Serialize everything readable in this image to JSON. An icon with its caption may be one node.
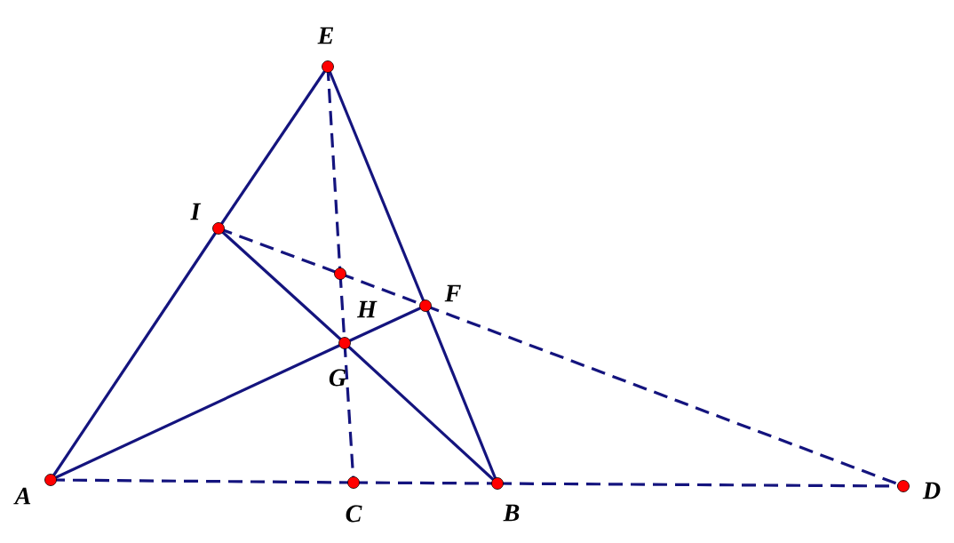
{
  "diagram": {
    "nodes": [
      {
        "text": [],
        "shape": "circle",
        "beside": [
          "E"
        ]
      },
      {
        "text": [],
        "shape": "circle",
        "beside": [
          "I"
        ]
      },
      {
        "text": [],
        "shape": "circle",
        "beside": [
          "H"
        ]
      },
      {
        "text": [],
        "shape": "circle",
        "beside": [
          "F"
        ]
      },
      {
        "text": [],
        "shape": "circle",
        "beside": [
          "G"
        ]
      },
      {
        "text": [],
        "shape": "circle",
        "beside": [
          "A"
        ]
      },
      {
        "text": [],
        "shape": "circle",
        "beside": [
          "C"
        ]
      },
      {
        "text": [],
        "shape": "circle",
        "beside": [
          "B"
        ]
      },
      {
        "text": [],
        "shape": "circle",
        "beside": [
          "D"
        ]
      }
    ],
    "edges": [
      {
        "from": 5,
        "to": 1,
        "arrow": "none"
      },
      {
        "from": 1,
        "to": 0,
        "arrow": "none"
      },
      {
        "from": 0,
        "to": 3,
        "arrow": "none"
      },
      {
        "from": 3,
        "to": 7,
        "arrow": "none"
      },
      {
        "from": 1,
        "to": 4,
        "arrow": "none"
      },
      {
        "from": 4,
        "to": 7,
        "arrow": "none"
      },
      {
        "from": 5,
        "to": 4,
        "arrow": "none"
      },
      {
        "from": 4,
        "to": 3,
        "arrow": "none"
      },
      {
        "from": 5,
        "to": 6,
        "arrow": "none",
        "style": "dashed"
      },
      {
        "from": 6,
        "to": 7,
        "arrow": "none",
        "style": "dashed"
      },
      {
        "from": 7,
        "to": 8,
        "arrow": "none",
        "style": "dashed"
      },
      {
        "from": 0,
        "to": 2,
        "arrow": "none",
        "style": "dashed"
      },
      {
        "from": 2,
        "to": 4,
        "arrow": "none",
        "style": "dashed"
      },
      {
        "from": 4,
        "to": 6,
        "arrow": "none",
        "style": "dashed"
      },
      {
        "from": 1,
        "to": 2,
        "arrow": "none",
        "style": "dashed"
      },
      {
        "from": 2,
        "to": 3,
        "arrow": "none",
        "style": "dashed"
      },
      {
        "from": 3,
        "to": 8,
        "arrow": "none",
        "style": "dashed"
      }
    ]
  }
}
